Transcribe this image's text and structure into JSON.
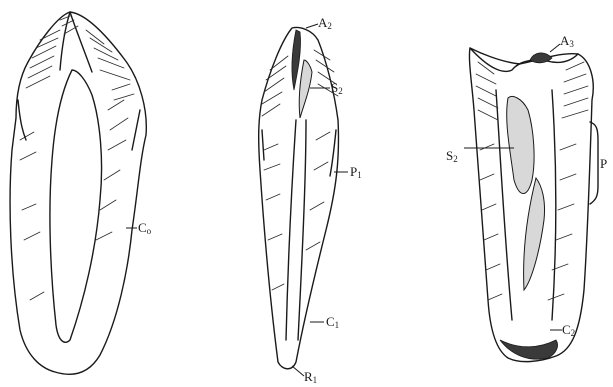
{
  "figure": {
    "labels": {
      "co": "C",
      "co_sub": "o",
      "a2": "A",
      "a2_sub": "2",
      "s2_mid": "S",
      "s2_mid_sub": "2",
      "p1": "P",
      "p1_sub": "1",
      "c1": "C",
      "c1_sub": "1",
      "r1": "R",
      "r1_sub": "1",
      "a3": "A",
      "a3_sub": "3",
      "s2_right": "S",
      "s2_right_sub": "2",
      "p_right": "P",
      "c2": "C",
      "c2_sub": "2"
    },
    "colors": {
      "ink": "#1a1a1a",
      "paper": "#ffffff"
    }
  }
}
